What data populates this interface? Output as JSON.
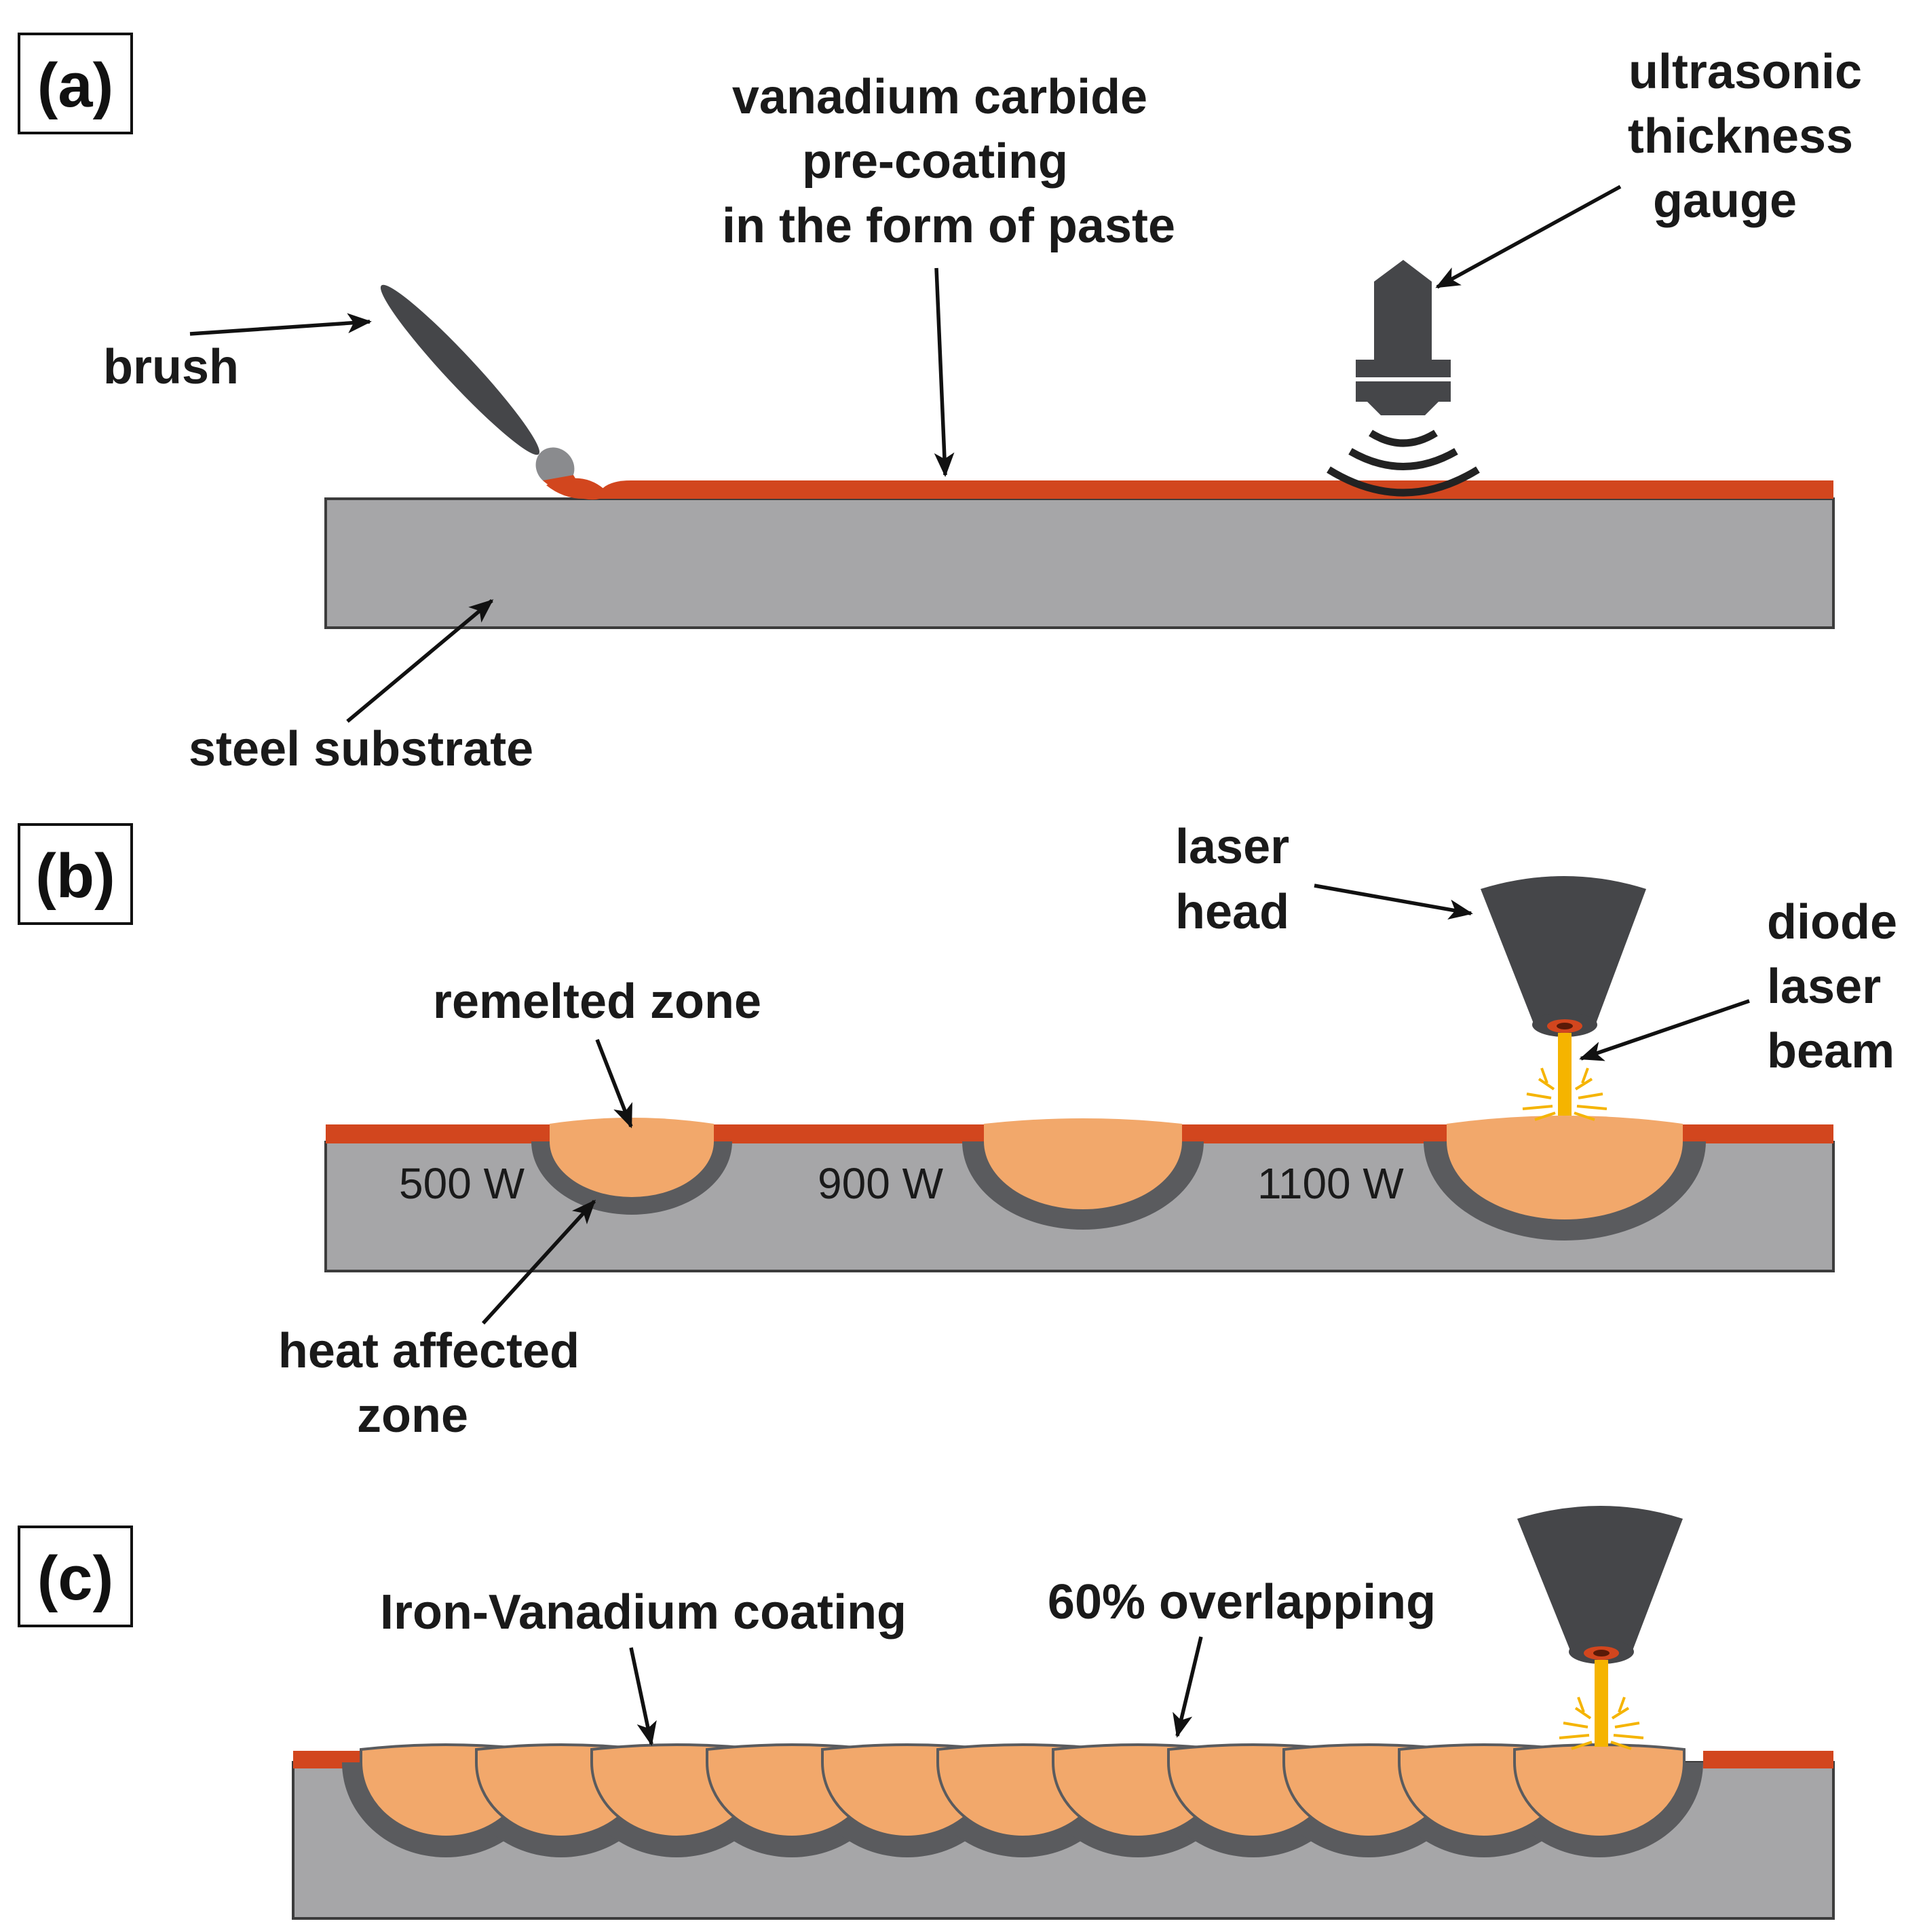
{
  "panels": {
    "a": {
      "label": "(a)",
      "vanadium": [
        "vanadium carbide",
        "pre-coating",
        "in the form of paste"
      ],
      "gauge": [
        "ultrasonic",
        "thickness",
        "gauge"
      ],
      "brush": "brush",
      "substrate": "steel substrate"
    },
    "b": {
      "label": "(b)",
      "laser_head": [
        "laser",
        "head"
      ],
      "beam": [
        "diode",
        "laser",
        "beam"
      ],
      "remelted": "remelted zone",
      "haz": [
        "heat affected",
        "zone"
      ],
      "powers": [
        "500 W",
        "900 W",
        "1100 W"
      ]
    },
    "c": {
      "label": "(c)",
      "coating": "Iron-Vanadium coating",
      "overlap": "60% overlapping"
    }
  },
  "colors": {
    "steel": "#a6a6a8",
    "coating": "#d2461e",
    "melt": "#f2a86b",
    "haz": "#5a5b5e",
    "tool": "#454649",
    "spark": "#f5b400"
  }
}
